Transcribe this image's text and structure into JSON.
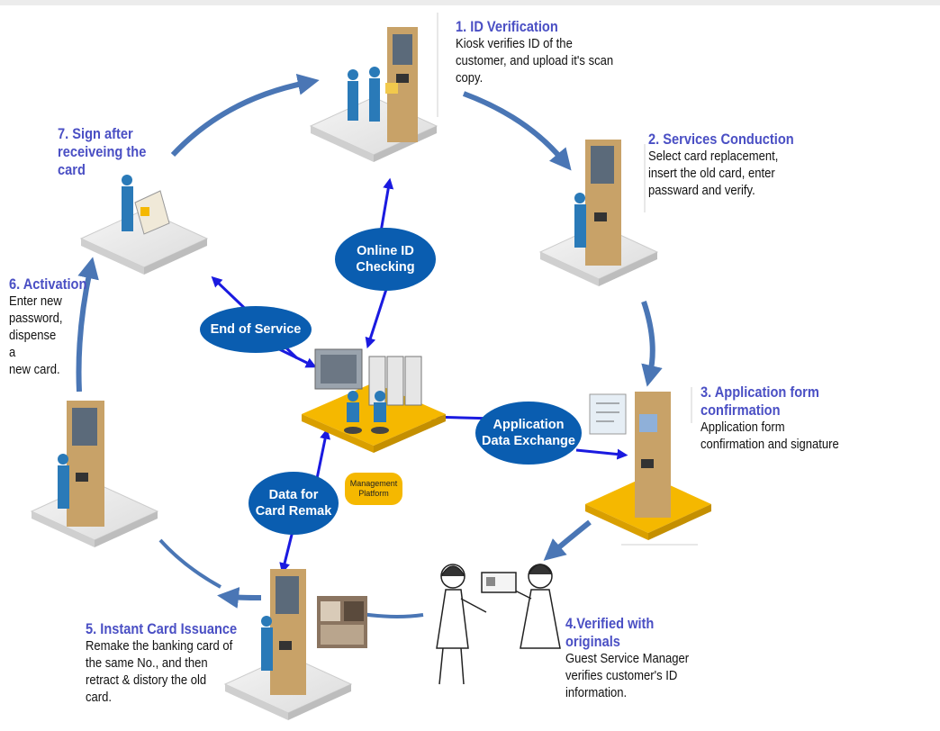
{
  "steps": [
    {
      "title": "1. ID Verification",
      "desc": "Kiosk verifies ID of the\ncustomer, and upload it's scan\ncopy."
    },
    {
      "title": "2. Services Conduction",
      "desc": "Select card replacement,\ninsert the old card, enter\npassward and verify."
    },
    {
      "title": "3. Application form\nconfirmation",
      "desc": "Application form\nconfirmation and signature"
    },
    {
      "title": "4.Verified with\noriginals",
      "desc": "Guest Service Manager\nverifies customer's ID\ninformation."
    },
    {
      "title": "5. Instant Card Issuance",
      "desc": "Remake the banking card of\nthe same No., and then\nretract & distory the old\ncard."
    },
    {
      "title": "6. Activation",
      "desc": "Enter new\npassword,\ndispense\na\nnew card."
    },
    {
      "title": "7. Sign after\nreceiveing the\ncard",
      "desc": ""
    }
  ],
  "center": {
    "online_id": "Online ID\nChecking",
    "end_service": "End of Service",
    "app_exchange": "Application\nData Exchange",
    "card_remake": "Data for\nCard Remak",
    "platform": "Management\nPlatform"
  },
  "colors": {
    "step_title": "#4a4fc4",
    "oval": "#0a5db0",
    "flow_arrow": "#4a76b5",
    "data_arrow": "#1a1ae0",
    "platform_base": "#f5b800",
    "kiosk": "#c8a268"
  }
}
